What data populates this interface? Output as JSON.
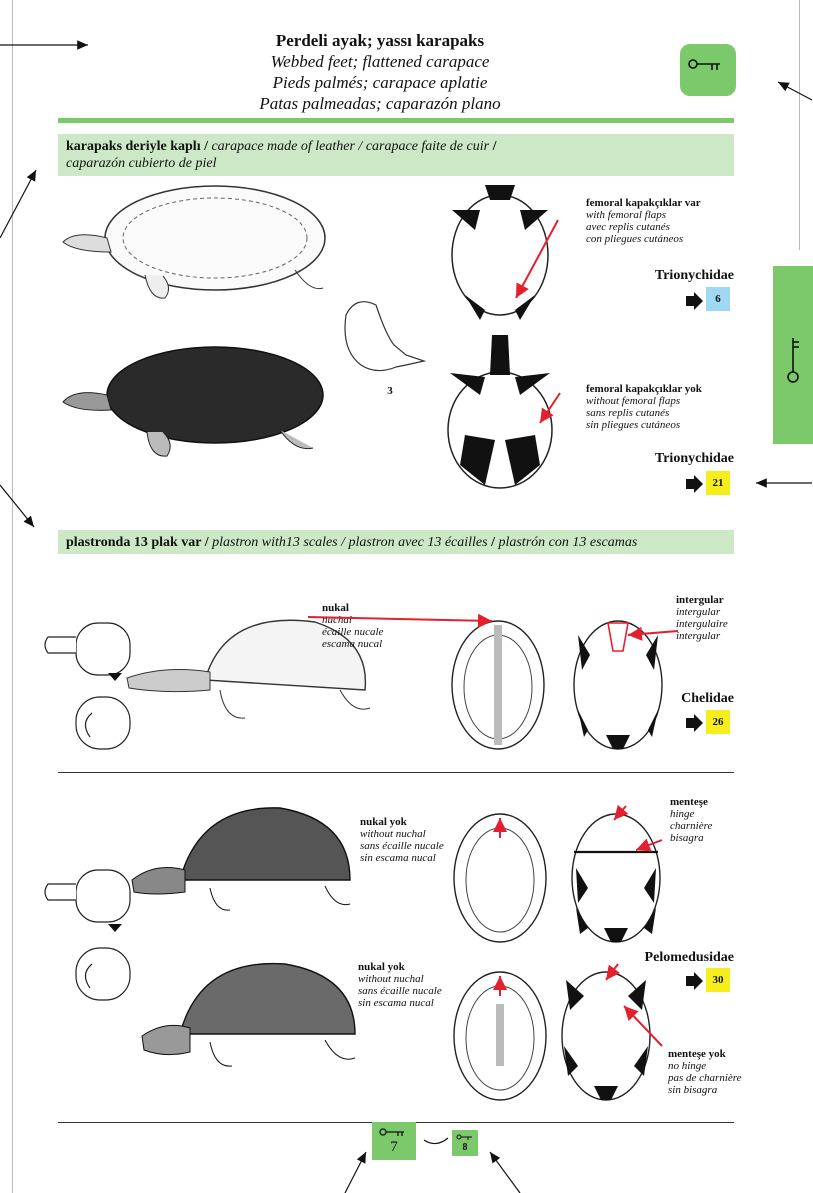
{
  "header": {
    "title_tr": "Perdeli ayak; yassı karapaks",
    "title_en": "Webbed feet; flattened carapace",
    "title_fr": "Pieds palmés; carapace aplatie",
    "title_es": "Patas palmeadas; caparazón plano"
  },
  "band1": {
    "bold": "karapaks deriyle kaplı /",
    "italic1": "carapace made of leather / carapace faite de cuir",
    "sep": "/",
    "italic2": "caparazón cubierto de piel"
  },
  "band2": {
    "bold": "plastronda 13 plak var /",
    "italic1": "plastron with13 scales / plastron avec 13 écailles",
    "sep": "/",
    "italic2": "plastrón con 13 escamas"
  },
  "foot_fig_label": "3",
  "femoral_yes": {
    "tr": "femoral kapakçıklar var",
    "en": "with femoral flaps",
    "fr": "avec replis cutanés",
    "es": "con pliegues cutáneos"
  },
  "femoral_no": {
    "tr": "femoral kapakçıklar yok",
    "en": "without femoral flaps",
    "fr": "sans replis cutanés",
    "es": "sin pliegues cutáneos"
  },
  "nuchal": {
    "tr": "nukal",
    "en": "nuchal",
    "fr": "écaille nucale",
    "es": "escama nucal"
  },
  "intergular": {
    "tr": "intergular",
    "en": "intergular",
    "fr": "intergulaire",
    "es": "intergular"
  },
  "nuchal_no_1": {
    "tr": "nukal yok",
    "en": "without nuchal",
    "fr": "sans écaille nucale",
    "es": "sin escama nucal"
  },
  "nuchal_no_2": {
    "tr": "nukal yok",
    "en": "without nuchal",
    "fr": "sans écaille nucale",
    "es": "sin escama nucal"
  },
  "hinge": {
    "tr": "menteşe",
    "en": "hinge",
    "fr": "charnière",
    "es": "bisagra"
  },
  "hinge_no": {
    "tr": "menteşe yok",
    "en": "no hinge",
    "fr": "pas de charnière",
    "es": "sin bisagra"
  },
  "families": {
    "trionychidae_1": {
      "name": "Trionychidae",
      "page": "6",
      "color": "#9fd8f2"
    },
    "trionychidae_2": {
      "name": "Trionychidae",
      "page": "21",
      "color": "#f6ee1c"
    },
    "chelidae": {
      "name": "Chelidae",
      "page": "26",
      "color": "#f6ee1c"
    },
    "pelomedusidae": {
      "name": "Pelomedusidae",
      "page": "30",
      "color": "#f6ee1c"
    }
  },
  "bottom_keys": {
    "current": "7",
    "next": "8"
  },
  "colors": {
    "key_green": "#7bc96b",
    "band_green": "#cde8c7",
    "arrow_red": "#e5202e"
  }
}
